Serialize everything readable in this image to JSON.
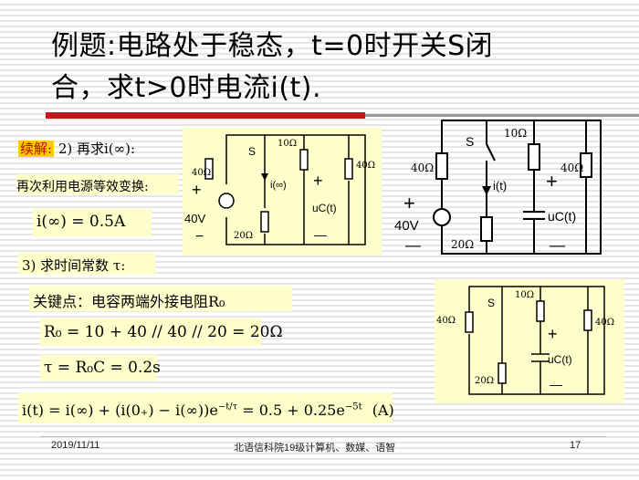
{
  "title": {
    "line1": "例题:电路处于稳态，t=0时开关S闭",
    "line2": "合，求t>0时电流i(t)."
  },
  "step2": {
    "label": "续解:",
    "text": "2) 再求i(∞):"
  },
  "transform_text": "再次利用电源等效变换:",
  "i_inf": "i(∞) = 0.5A",
  "step3": "3) 求时间常数 τ:",
  "key_point": "关键点：电容两端外接电阻R₀",
  "r0_eq": "R₀ = 10 + 40 // 40 // 20 = 20Ω",
  "tau_eq": "τ = R₀C = 0.2s",
  "final_eq": {
    "lhs": "i(t) = i(∞) + (i(0₊) − i(∞))e",
    "exp1": "−t/τ",
    "mid": " = 0.5 + 0.25e",
    "exp2": "−5t",
    "unit": "(A)"
  },
  "circuit_left": {
    "s": "S",
    "r10": "10Ω",
    "r40": "40Ω",
    "r40_right": "40Ω",
    "r20": "20Ω",
    "v": "40V",
    "plus": "+",
    "minus": "−",
    "i_label": "i(∞)",
    "uc": "uC(t)",
    "cap_plus": "+",
    "cap_minus": "—"
  },
  "circuit_main": {
    "s": "S",
    "r10": "10Ω",
    "r40": "40Ω",
    "r40_right": "40Ω",
    "r20": "20Ω",
    "v": "40V",
    "plus": "+",
    "minus": "—",
    "i_label": "i(t)",
    "uc": "uC(t)",
    "cap_plus": "+",
    "cap_minus": "—"
  },
  "circuit_small": {
    "s": "S",
    "r10": "10Ω",
    "r40": "40Ω",
    "r40_right": "40Ω",
    "r20": "20Ω",
    "uc": "uC(t)",
    "cap_plus": "+",
    "cap_minus": "—"
  },
  "footer": {
    "date": "2019/11/11",
    "center": "北语信科院19级计算机、数媒、语智",
    "page": "17"
  }
}
